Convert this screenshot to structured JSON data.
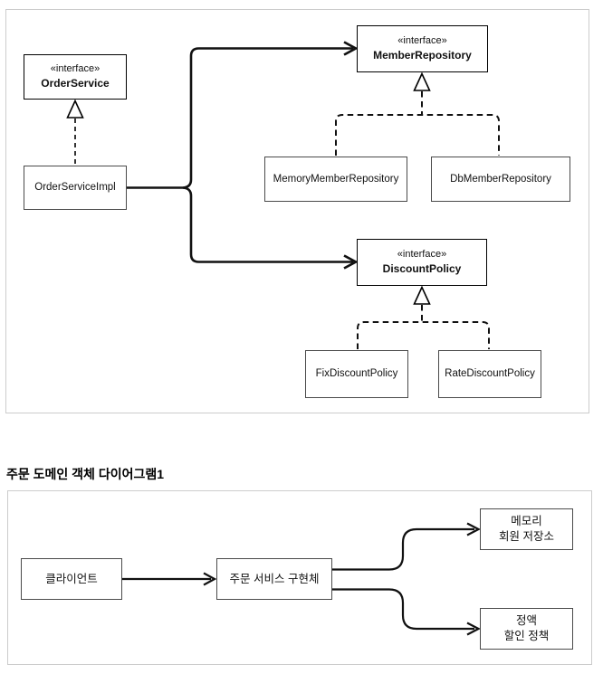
{
  "colors": {
    "line": "#111111",
    "panel_border": "#cccccc",
    "box_border": "#4a4a4a",
    "interface_box_border": "#000000",
    "background": "#ffffff"
  },
  "top_diagram": {
    "boxes": {
      "order_service": {
        "stereotype": "«interface»",
        "name": "OrderService"
      },
      "member_repository": {
        "stereotype": "«interface»",
        "name": "MemberRepository"
      },
      "discount_policy": {
        "stereotype": "«interface»",
        "name": "DiscountPolicy"
      },
      "order_service_impl": {
        "name": "OrderServiceImpl"
      },
      "memory_member_repository": {
        "name": "MemoryMemberRepository"
      },
      "db_member_repository": {
        "name": "DbMemberRepository"
      },
      "fix_discount_policy": {
        "name": "FixDiscountPolicy"
      },
      "rate_discount_policy": {
        "name": "RateDiscountPolicy"
      }
    }
  },
  "bottom_diagram": {
    "title": "주문 도메인 객체 다이어그램1",
    "boxes": {
      "client": {
        "line1": "클라이언트"
      },
      "order_service_impl_kr": {
        "line1": "주문 서비스 구현체"
      },
      "memory_member_store": {
        "line1": "메모리",
        "line2": "회원 저장소"
      },
      "fixed_discount_policy": {
        "line1": "정액",
        "line2": "할인 정책"
      }
    }
  }
}
